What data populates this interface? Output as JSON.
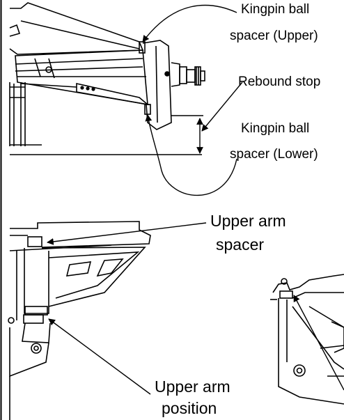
{
  "labels": {
    "kingpin_upper_line1": "Kingpin ball",
    "kingpin_upper_line2": "spacer (Upper)",
    "rebound_stop": "Rebound stop",
    "kingpin_lower_line1": "Kingpin ball",
    "kingpin_lower_line2": "spacer (Lower)",
    "upper_arm_spacer_line1": "Upper arm",
    "upper_arm_spacer_line2": "spacer",
    "upper_arm_position_line1": "Upper arm",
    "upper_arm_position_line2": "position"
  }
}
